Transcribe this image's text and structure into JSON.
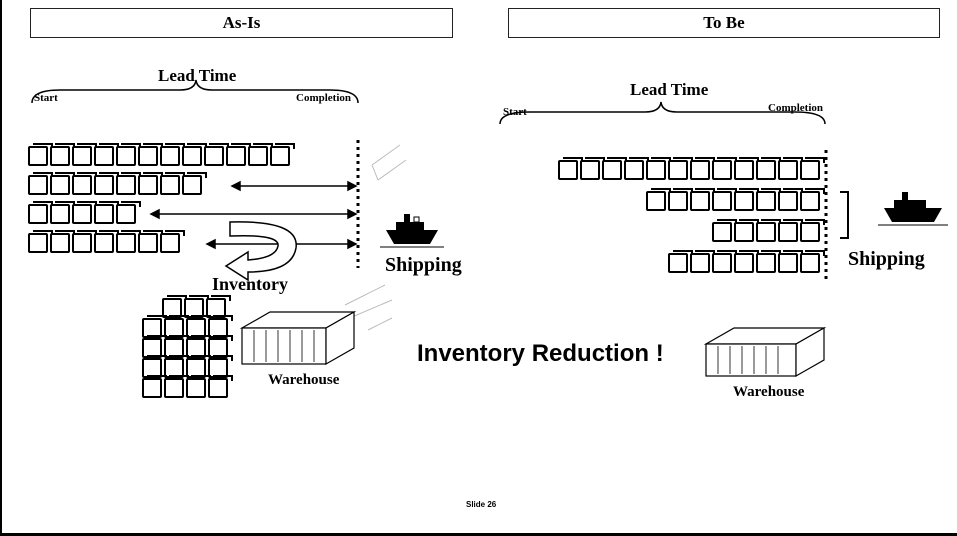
{
  "slide": {
    "as_is": {
      "header": "As-Is",
      "lead_time": "Lead Time",
      "start": "Start",
      "completion": "Completion",
      "inventory": "Inventory",
      "warehouse": "Warehouse",
      "shipping": "Shipping",
      "rows": [
        12,
        8,
        5,
        7
      ]
    },
    "to_be": {
      "header": "To Be",
      "lead_time": "Lead Time",
      "start": "Start",
      "completion": "Completion",
      "warehouse": "Warehouse",
      "shipping": "Shipping",
      "rows": [
        12,
        8,
        5,
        7
      ]
    },
    "headline": "Inventory Reduction !",
    "footer": "Slide 26"
  }
}
